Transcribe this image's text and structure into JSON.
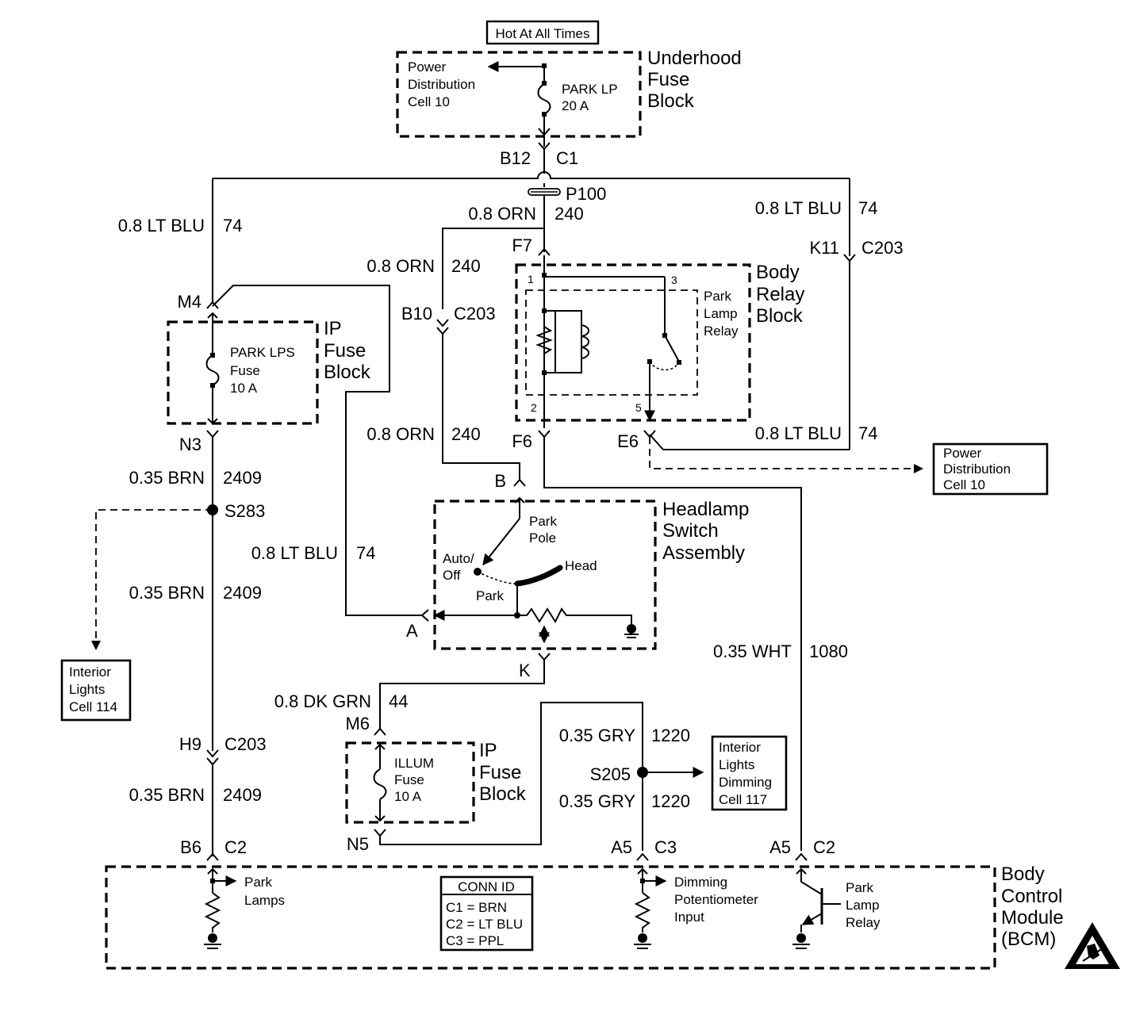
{
  "top_label": "Hot At All Times",
  "underhood": {
    "title": [
      "Underhood",
      "Fuse",
      "Block"
    ],
    "power_ref": [
      "Power",
      "Distribution",
      "Cell 10"
    ],
    "fuse": [
      "PARK LP",
      "20 A"
    ],
    "connector_left": "B12",
    "connector_right": "C1"
  },
  "splice_p100": "P100",
  "wire_left_top": {
    "size": "0.8 LT BLU",
    "circuit": "74"
  },
  "wire_right_top": {
    "size": "0.8 LT BLU",
    "circuit": "74"
  },
  "wire_orn_top": {
    "size": "0.8 ORN",
    "circuit": "240"
  },
  "wire_orn_mid": {
    "size": "0.8 ORN",
    "circuit": "240"
  },
  "wire_orn_low": {
    "size": "0.8 ORN",
    "circuit": "240"
  },
  "wire_right_low": {
    "size": "0.8 LT BLU",
    "circuit": "74"
  },
  "body_relay": {
    "title": [
      "Body",
      "Relay",
      "Block"
    ],
    "relay": [
      "Park",
      "Lamp",
      "Relay"
    ],
    "pins": [
      "1",
      "3",
      "2",
      "5"
    ],
    "f7": "F7",
    "f6": "F6",
    "e6": "E6",
    "k11": "K11",
    "c203": "C203"
  },
  "power_ref_right": [
    "Power",
    "Distribution",
    "Cell 10"
  ],
  "ip_fuse_1": {
    "title": [
      "IP",
      "Fuse",
      "Block"
    ],
    "fuse": [
      "PARK LPS",
      "Fuse",
      "10 A"
    ],
    "m4": "M4",
    "n3": "N3"
  },
  "b10": "B10",
  "c203_mid": "C203",
  "wire_brn_1": {
    "size": "0.35 BRN",
    "circuit": "2409"
  },
  "s283": "S283",
  "wire_ltblu_mid": {
    "size": "0.8 LT BLU",
    "circuit": "74"
  },
  "wire_brn_2": {
    "size": "0.35 BRN",
    "circuit": "2409"
  },
  "interior_lights": [
    "Interior",
    "Lights",
    "Cell 114"
  ],
  "headlamp": {
    "title": [
      "Headlamp",
      "Switch",
      "Assembly"
    ],
    "park_pole": [
      "Park",
      "Pole"
    ],
    "auto_off": [
      "Auto/",
      "Off"
    ],
    "park": "Park",
    "head": "Head",
    "b": "B",
    "a": "A",
    "k": "K"
  },
  "wire_wht": {
    "size": "0.35 WHT",
    "circuit": "1080"
  },
  "wire_dkgrn": {
    "size": "0.8 DK GRN",
    "circuit": "44"
  },
  "m6": "M6",
  "ip_fuse_2": {
    "title": [
      "IP",
      "Fuse",
      "Block"
    ],
    "fuse": [
      "ILLUM",
      "Fuse",
      "10 A"
    ],
    "n5": "N5"
  },
  "wire_gry_1": {
    "size": "0.35 GRY",
    "circuit": "1220"
  },
  "s205": "S205",
  "wire_gry_2": {
    "size": "0.35 GRY",
    "circuit": "1220"
  },
  "dimming_ref": [
    "Interior",
    "Lights",
    "Dimming",
    "Cell 117"
  ],
  "h9": "H9",
  "c203_low": "C203",
  "wire_brn_3": {
    "size": "0.35 BRN",
    "circuit": "2409"
  },
  "bcm": {
    "title": [
      "Body",
      "Control",
      "Module",
      "(BCM)"
    ],
    "b6": "B6",
    "c2_left": "C2",
    "a5_mid": "A5",
    "c3": "C3",
    "a5_right": "A5",
    "c2_right": "C2",
    "park_lamps": [
      "Park",
      "Lamps"
    ],
    "dimming": [
      "Dimming",
      "Potentiometer",
      "Input"
    ],
    "park_lamp_relay": [
      "Park",
      "Lamp",
      "Relay"
    ],
    "conn_id": {
      "title": "CONN ID",
      "rows": [
        "C1 = BRN",
        "C2 = LT BLU",
        "C3 = PPL"
      ]
    }
  }
}
